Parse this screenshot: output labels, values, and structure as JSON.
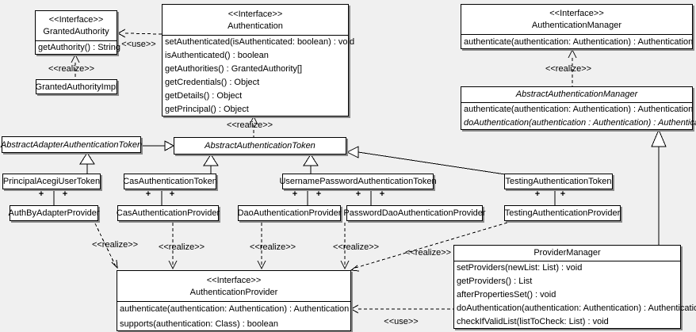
{
  "colors": {
    "background": "#f0f0f0",
    "box_fill": "#ffffff",
    "border": "#000000",
    "shadow": "#8a8a8a"
  },
  "labels": {
    "use": "<<use>>",
    "realize": "<<realize>>",
    "plus": "+"
  },
  "classes": {
    "granted_authority": {
      "stereotype": "<<Interface>>",
      "name": "GrantedAuthority",
      "members": [
        "getAuthority() : String"
      ]
    },
    "granted_authority_impl": {
      "name": "GrantedAuthorityImpl"
    },
    "authentication": {
      "stereotype": "<<Interface>>",
      "name": "Authentication",
      "members": [
        "setAuthenticated(isAuthenticated: boolean) : void",
        "isAuthenticated() : boolean",
        "getAuthorities() : GrantedAuthority[]",
        "getCredentials() : Object",
        "getDetails() : Object",
        "getPrincipal() : Object"
      ]
    },
    "authentication_manager": {
      "stereotype": "<<Interface>>",
      "name": "AuthenticationManager",
      "members": [
        "authenticate(authentication: Authentication) : Authentication"
      ]
    },
    "abstract_authentication_manager": {
      "name": "AbstractAuthenticationManager",
      "members": [
        "authenticate(authentication: Authentication) : Authentication",
        "doAuthentication(authentication : Authentication) : Authentication"
      ]
    },
    "abstract_adapter_authentication_token": {
      "name": "AbstractAdapterAuthenticationToken"
    },
    "abstract_authentication_token": {
      "name": "AbstractAuthenticationToken"
    },
    "principal_acegi_user_token": {
      "name": "PrincipalAcegiUserToken"
    },
    "cas_authentication_token": {
      "name": "CasAuthenticationToken"
    },
    "username_password_authentication_token": {
      "name": "UsernamePasswordAuthenticationToken"
    },
    "testing_authentication_token": {
      "name": "TestingAuthenticationToken"
    },
    "auth_by_adapter_provider": {
      "name": "AuthByAdapterProvider"
    },
    "cas_authentication_provider": {
      "name": "CasAuthenticationProvider"
    },
    "dao_authentication_provider": {
      "name": "DaoAuthenticationProvider"
    },
    "password_dao_authentication_provider": {
      "name": "PasswordDaoAuthenticationProvider"
    },
    "testing_authentication_provider": {
      "name": "TestingAuthenticationProvider"
    },
    "provider_manager": {
      "name": "ProviderManager",
      "members": [
        "setProviders(newList: List) : void",
        "getProviders() : List",
        "afterPropertiesSet() : void",
        "doAuthentication(authentication: Authentication) : Authentication",
        "checkIfValidList(listToCheck: List) : void"
      ]
    },
    "authentication_provider": {
      "stereotype": "<<Interface>>",
      "name": "AuthenticationProvider",
      "members": [
        "authenticate(authentication: Authentication) : Authentication",
        "supports(authentication: Class) : boolean"
      ]
    }
  }
}
